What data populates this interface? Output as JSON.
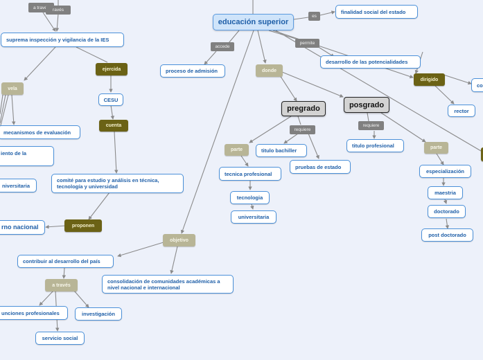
{
  "root": "educación superior",
  "links": {
    "es": "es",
    "accede": "accede",
    "permite": "permite",
    "requiere1": "requiere",
    "requiere2": "requiere",
    "a_traves_top": "a través",
    "traves_top": "ravés"
  },
  "topics": {
    "donde": "donde",
    "vela": "vela",
    "parte1": "parte",
    "parte2": "parte",
    "objetivo": "objetivo",
    "a_traves": "a través",
    "ejercida": "ejercida",
    "cuenta": "cuenta",
    "proponen": "proponen",
    "dirigido": "dirigido"
  },
  "main": {
    "pregrado": "pregrado",
    "posgrado": "posgrado"
  },
  "nodes": {
    "finalidad": "finalidad social del estado",
    "desarrollo_potencialidades": "desarrollo de las potencialidades",
    "suprema": "suprema inspección y vigilancia de la IES",
    "proceso_admision": "proceso de admisión",
    "cesu": "CESU",
    "mecanismos": "mecanismos de evaluación",
    "miento": "iento de la",
    "universitaria_left": "niversitaria",
    "comite": "comité para estudio y análisis en técnica, tecnología y universidad",
    "gobierno": "rno nacional",
    "titulo_bachiller": "titulo bachiller",
    "pruebas": "pruebas de estado",
    "tecnica": "tecnica profesional",
    "tecnologia": "tecnologia",
    "universitaria": "universitaria",
    "titulo_profesional": "titulo profesional",
    "especializacion": "especialización",
    "maestria": "maestria",
    "doctorado": "doctorado",
    "post_doctorado": "post doctorado",
    "rector": "rector",
    "co": "co",
    "contribuir": "contribuir al desarrollo del país",
    "consolidacion": "consolidación de comunidades académicas a nivel nacional e internacional",
    "funciones": "unciones profesionales",
    "investigacion": "investigación",
    "servicio": "servicio social"
  }
}
